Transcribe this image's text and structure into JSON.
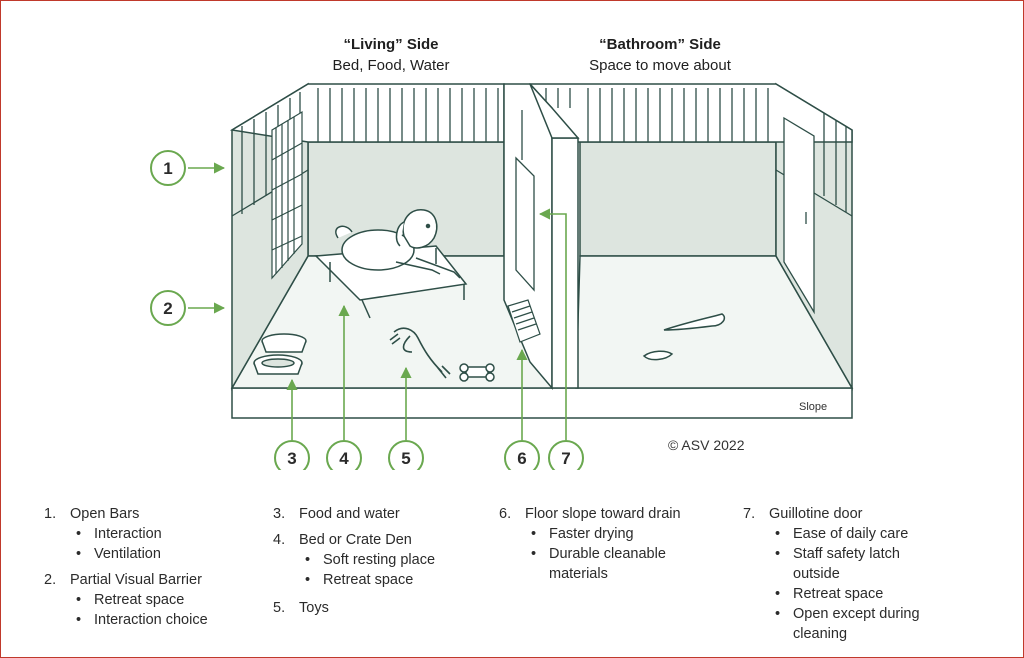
{
  "living": {
    "title": "“Living” Side",
    "subtitle": "Bed, Food, Water"
  },
  "bathroom": {
    "title": "“Bathroom” Side",
    "subtitle": "Space to move about"
  },
  "copyright": "© ASV 2022",
  "slope_label": "Slope",
  "callouts": [
    "1",
    "2",
    "3",
    "4",
    "5",
    "6",
    "7"
  ],
  "legend": [
    {
      "num": "1.",
      "label": "Open Bars",
      "bullets": [
        "Interaction",
        "Ventilation"
      ]
    },
    {
      "num": "2.",
      "label": "Partial Visual Barrier",
      "bullets": [
        "Retreat space",
        "Interaction choice"
      ]
    },
    {
      "num": "3.",
      "label": "Food and water",
      "bullets": []
    },
    {
      "num": "4.",
      "label": "Bed or Crate Den",
      "bullets": [
        "Soft resting place",
        "Retreat space"
      ]
    },
    {
      "num": "5.",
      "label": "Toys",
      "bullets": []
    },
    {
      "num": "6.",
      "label": "Floor slope toward drain",
      "bullets": [
        "Faster drying",
        "Durable cleanable materials"
      ]
    },
    {
      "num": "7.",
      "label": "Guillotine door",
      "bullets": [
        "Ease of daily care",
        "Staff safety latch outside",
        "Retreat space",
        "Open except during cleaning"
      ]
    }
  ],
  "colors": {
    "accent": "#6aa84f",
    "line": "#2e4e47",
    "wall": "#dde5df",
    "floor": "#f2f6f3"
  }
}
